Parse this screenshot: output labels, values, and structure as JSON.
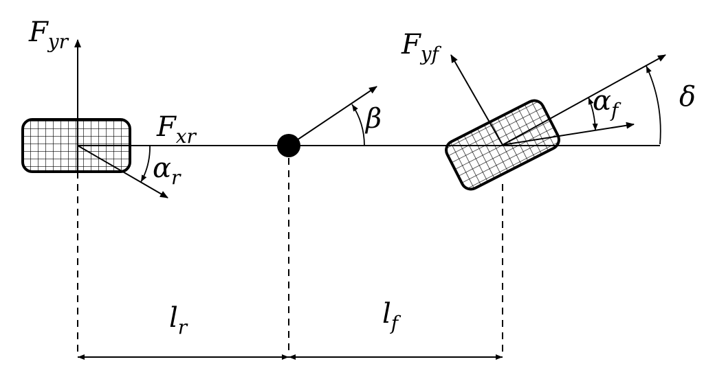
{
  "labels": {
    "Fyr": {
      "main": "F",
      "sub": "yr"
    },
    "Fxr": {
      "main": "F",
      "sub": "xr"
    },
    "alpha_r": {
      "main": "α",
      "sub": "r"
    },
    "Fyf": {
      "main": "F",
      "sub": "yf"
    },
    "alpha_f": {
      "main": "α",
      "sub": "f"
    },
    "beta": {
      "main": "β"
    },
    "delta": {
      "main": "δ"
    },
    "lr": {
      "main": "l",
      "sub": "r"
    },
    "lf": {
      "main": "l",
      "sub": "f"
    }
  }
}
